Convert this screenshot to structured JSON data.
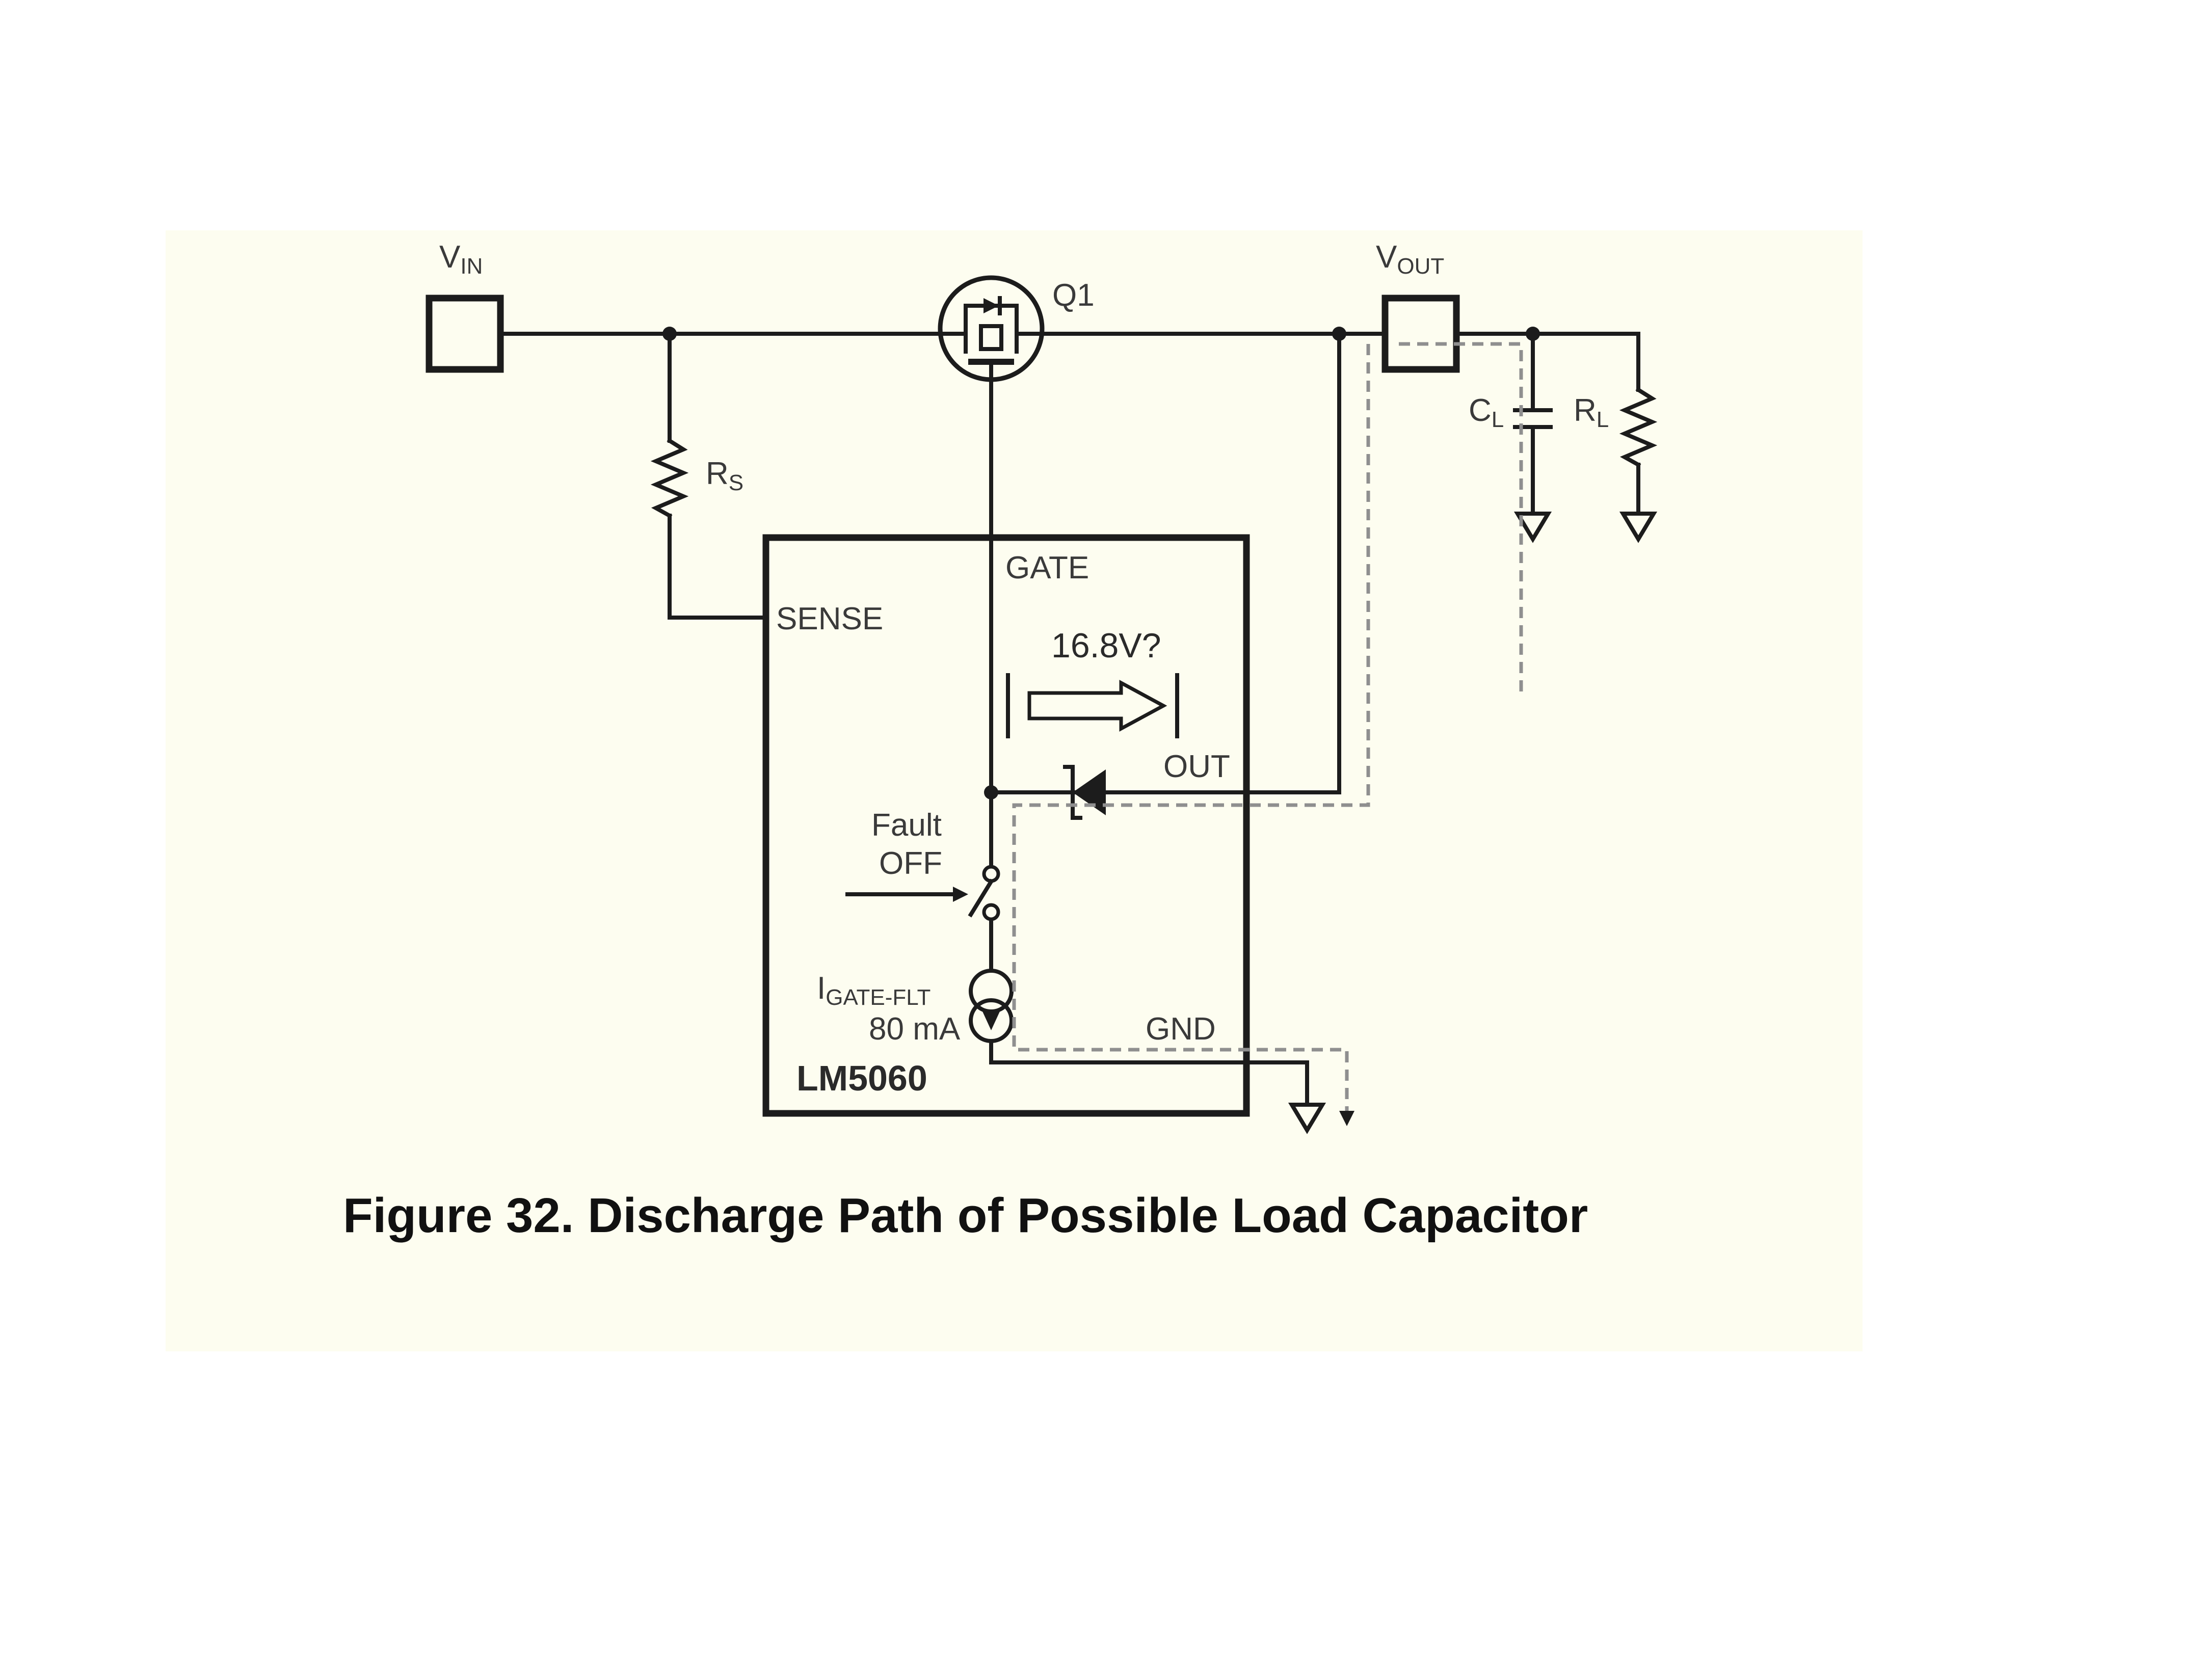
{
  "labels": {
    "vin_main": "V",
    "vin_sub": "IN",
    "vout_main": "V",
    "vout_sub": "OUT",
    "q1": "Q1",
    "rs_main": "R",
    "rs_sub": "S",
    "cl_main": "C",
    "cl_sub": "L",
    "rl_main": "R",
    "rl_sub": "L",
    "gate": "GATE",
    "sense": "SENSE",
    "voltage": "16.8V?",
    "out": "OUT",
    "fault": "Fault",
    "off": "OFF",
    "igate_main": "I",
    "igate_sub": "GATE-FLT",
    "current": "80 mA",
    "gnd": "GND",
    "chip": "LM5060"
  },
  "caption": "Figure 32.  Discharge Path of Possible Load Capacitor",
  "colors": {
    "panel": "#fdfdf0",
    "wire": "#1c1c1c",
    "dashed_path": "#8f8f8f"
  }
}
